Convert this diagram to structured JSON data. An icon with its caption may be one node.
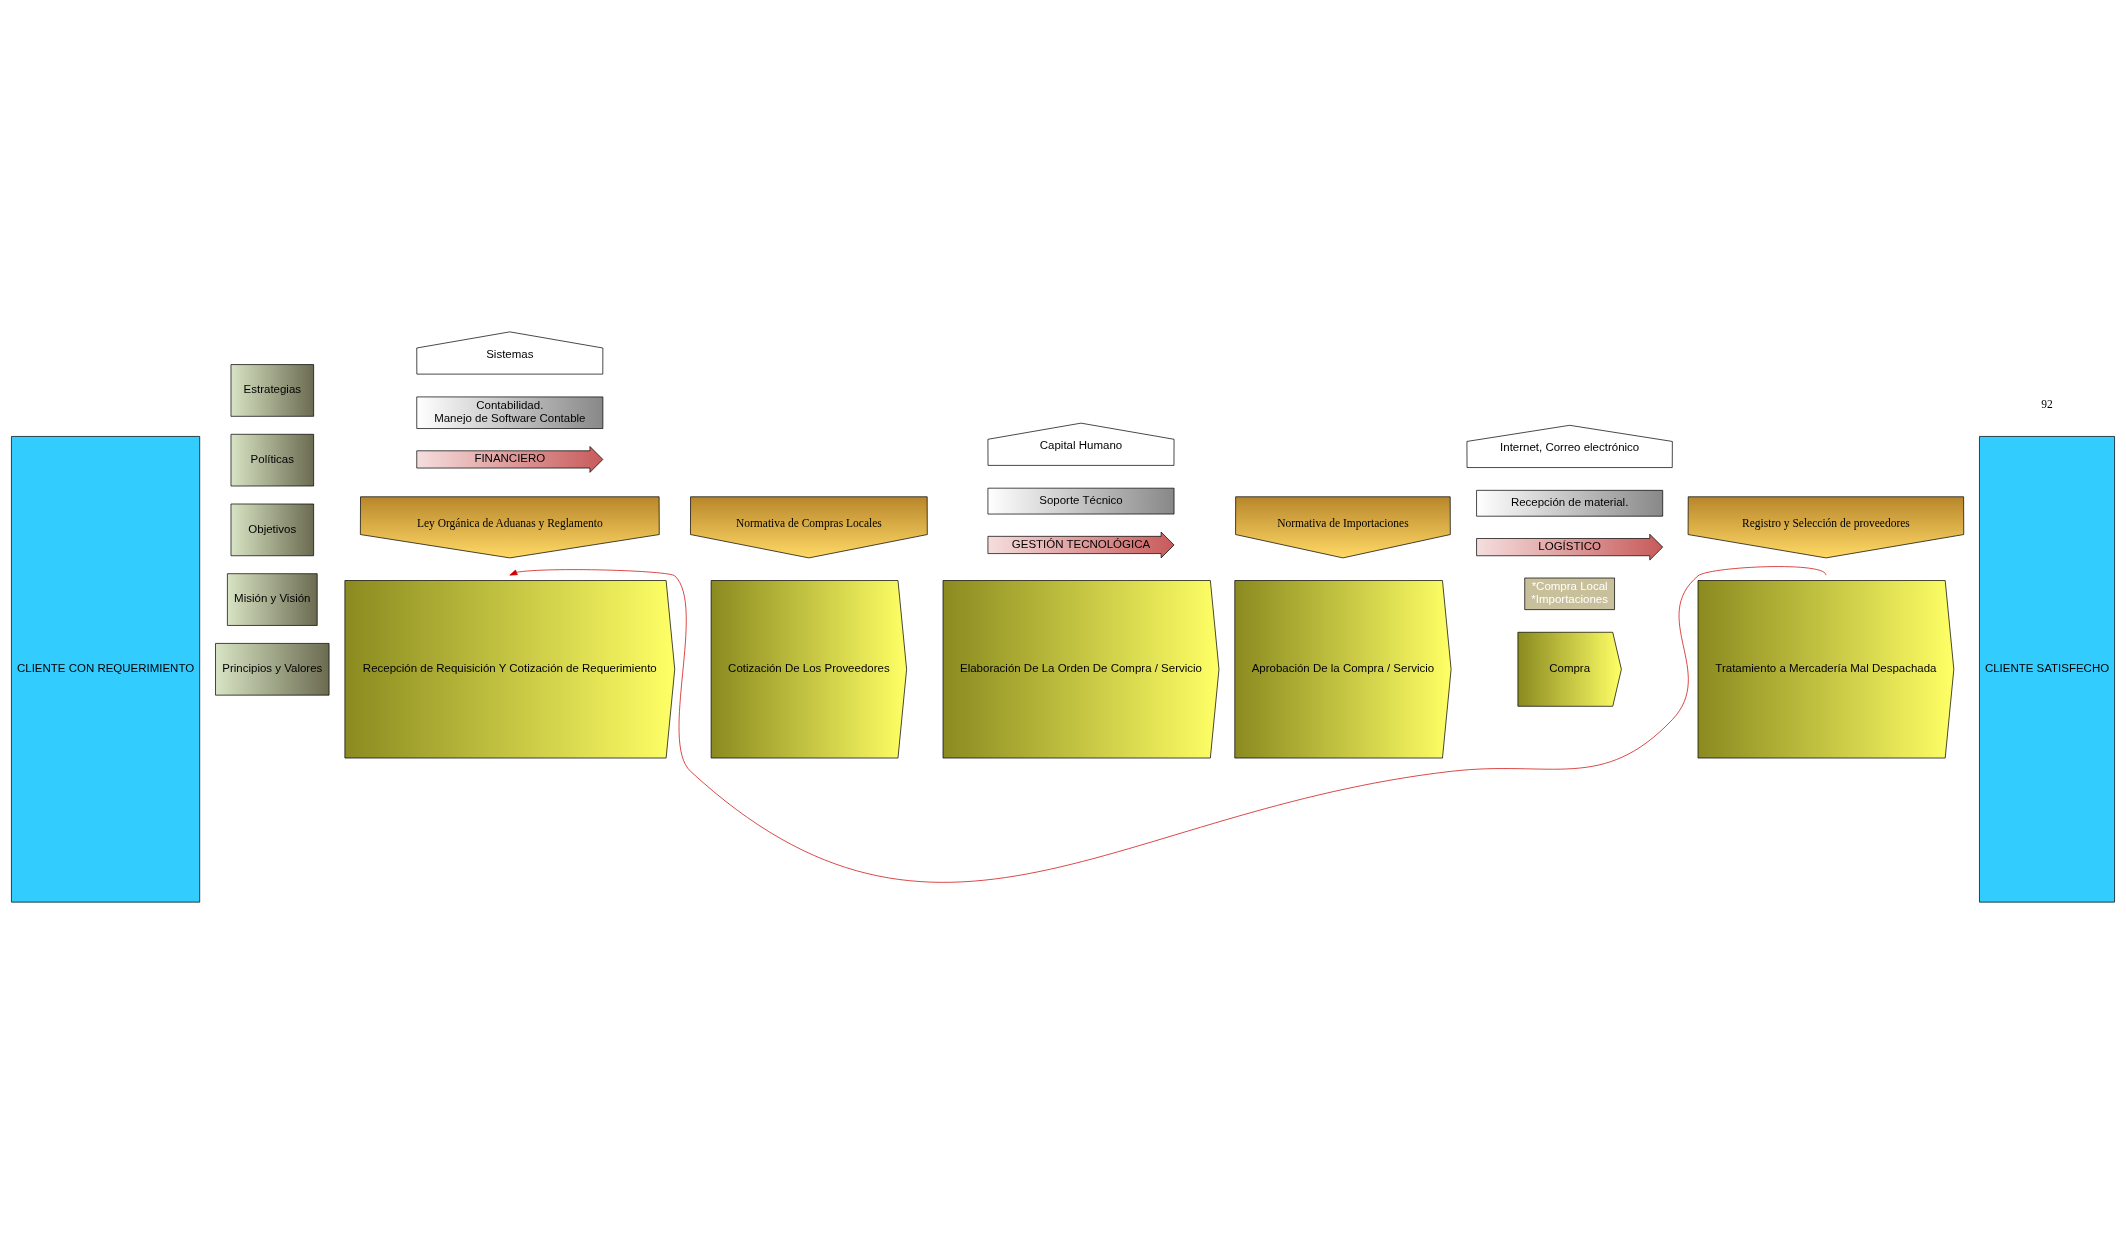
{
  "diagram": {
    "nodes": [
      {
        "text": [
          "CLIENTE CON REQUERIMIENTO"
        ]
      },
      {
        "text": [
          "Ley Orgánica de Aduanas y Reglamento"
        ]
      },
      {
        "text": [
          "Normativa de Compras Locales"
        ]
      },
      {
        "text": [
          "Normativa de Importaciones"
        ]
      },
      {
        "text": [
          "Registro y Selección de proveedores"
        ]
      },
      {
        "text": [
          "Principios y Valores"
        ]
      },
      {
        "text": [
          "Misión y Visión"
        ]
      },
      {
        "text": [
          "Objetivos"
        ]
      },
      {
        "text": [
          "Políticas"
        ]
      },
      {
        "text": [
          "Estrategias"
        ]
      },
      {
        "text": [
          "Recepción de Requisición Y Cotización de Requerimiento"
        ]
      },
      {
        "text": [
          "Cotización De Los Proveedores"
        ]
      },
      {
        "text": [
          "Elaboración De La Orden De Compra / Servicio"
        ]
      },
      {
        "text": [
          "Aprobación De la Compra / Servicio"
        ]
      },
      {
        "text": [
          "Compra"
        ]
      },
      {
        "text": [
          "*Compra Local",
          "*Importaciones"
        ]
      },
      {
        "text": [
          "Tratamiento a Mercadería Mal Despachada"
        ]
      },
      {
        "text": [
          "CLIENTE SATISFECHO"
        ]
      },
      {
        "text": [
          "FINANCIERO"
        ]
      },
      {
        "text": [
          "GESTIÓN TECNOLÓGICA"
        ]
      },
      {
        "text": [
          "LOGÍSTICO"
        ]
      },
      {
        "text": [
          "Contabilidad.",
          "Manejo de Software Contable"
        ]
      },
      {
        "text": [
          "Soporte Técnico"
        ]
      },
      {
        "text": [
          "Recepción de material."
        ]
      },
      {
        "text": [
          "Sistemas"
        ]
      },
      {
        "text": [
          "Capital Humano"
        ]
      },
      {
        "text": [
          "Internet, Correo electrónico"
        ]
      }
    ],
    "edges": [
      {
        "from": 16,
        "to": 10,
        "arrow": "to",
        "color": "#cc0000"
      }
    ],
    "labels": [
      "92"
    ]
  }
}
